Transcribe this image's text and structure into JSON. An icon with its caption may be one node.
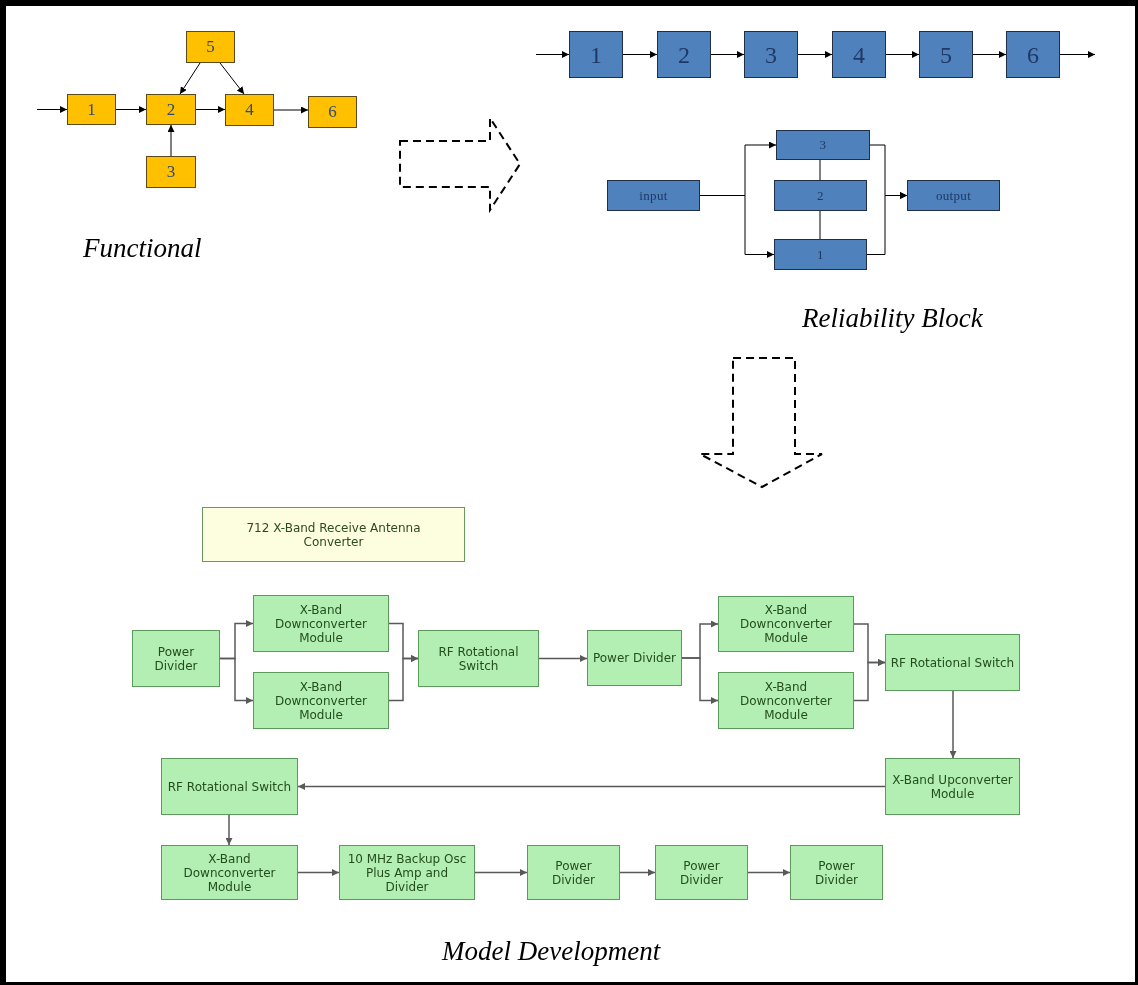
{
  "diagram": {
    "nodes": [
      {
        "text": [
          "1"
        ]
      },
      {
        "text": [
          "2"
        ]
      },
      {
        "text": [
          "3"
        ]
      },
      {
        "text": [
          "4"
        ]
      },
      {
        "text": [
          "5"
        ]
      },
      {
        "text": [
          "6"
        ]
      },
      {
        "text": [
          "1"
        ]
      },
      {
        "text": [
          "2"
        ]
      },
      {
        "text": [
          "3"
        ]
      },
      {
        "text": [
          "4"
        ]
      },
      {
        "text": [
          "5"
        ]
      },
      {
        "text": [
          "6"
        ]
      },
      {
        "text": [
          "input"
        ]
      },
      {
        "text": [
          "3"
        ]
      },
      {
        "text": [
          "2"
        ]
      },
      {
        "text": [
          "1"
        ]
      },
      {
        "text": [
          "output"
        ]
      },
      {
        "text": [
          "712 X-Band Receive Antenna Converter"
        ]
      },
      {
        "text": [
          "Power Divider"
        ]
      },
      {
        "text": [
          "X-Band Downconverter Module"
        ]
      },
      {
        "text": [
          "X-Band Downconverter Module"
        ]
      },
      {
        "text": [
          "RF Rotational Switch"
        ]
      },
      {
        "text": [
          "Power Divider"
        ]
      },
      {
        "text": [
          "X-Band Downconverter Module"
        ]
      },
      {
        "text": [
          "X-Band Downconverter Module"
        ]
      },
      {
        "text": [
          "RF Rotational Switch"
        ]
      },
      {
        "text": [
          "X-Band Upconverter Module"
        ]
      },
      {
        "text": [
          "RF Rotational Switch"
        ]
      },
      {
        "text": [
          "X-Band Downconverter Module"
        ]
      },
      {
        "text": [
          "10 MHz Backup Osc Plus Amp and Divider"
        ]
      },
      {
        "text": [
          "Power Divider"
        ]
      },
      {
        "text": [
          "Power Divider"
        ]
      },
      {
        "text": [
          "Power Divider"
        ]
      }
    ],
    "edges": [
      {
        "from": null,
        "to": 0,
        "arrow": "to"
      },
      {
        "from": 0,
        "to": 1,
        "arrow": "to"
      },
      {
        "from": 4,
        "to": 1,
        "arrow": "to"
      },
      {
        "from": 4,
        "to": 3,
        "arrow": "to"
      },
      {
        "from": 2,
        "to": 1,
        "arrow": "to"
      },
      {
        "from": 1,
        "to": 3,
        "arrow": "to"
      },
      {
        "from": 3,
        "to": 5,
        "arrow": "to"
      },
      {
        "from": null,
        "to": 6,
        "arrow": "to"
      },
      {
        "from": 6,
        "to": 7,
        "arrow": "to"
      },
      {
        "from": 7,
        "to": 8,
        "arrow": "to"
      },
      {
        "from": 8,
        "to": 9,
        "arrow": "to"
      },
      {
        "from": 9,
        "to": 10,
        "arrow": "to"
      },
      {
        "from": 10,
        "to": 11,
        "arrow": "to"
      },
      {
        "from": 11,
        "to": null,
        "arrow": "to"
      },
      {
        "from": 12,
        "to": 13,
        "arrow": "to"
      },
      {
        "from": 12,
        "to": 15,
        "arrow": "to"
      },
      {
        "from": 13,
        "to": 14,
        "arrow": "none"
      },
      {
        "from": 14,
        "to": 15,
        "arrow": "none"
      },
      {
        "from": 13,
        "to": 16,
        "arrow": "to"
      },
      {
        "from": 15,
        "to": 16,
        "arrow": "to"
      },
      {
        "from": 18,
        "to": 19,
        "arrow": "to",
        "color": "#595959"
      },
      {
        "from": 18,
        "to": 20,
        "arrow": "to",
        "color": "#595959"
      },
      {
        "from": 19,
        "to": 21,
        "arrow": "to",
        "color": "#595959"
      },
      {
        "from": 20,
        "to": 21,
        "arrow": "to",
        "color": "#595959"
      },
      {
        "from": 21,
        "to": 22,
        "arrow": "to",
        "color": "#595959"
      },
      {
        "from": 22,
        "to": 23,
        "arrow": "to",
        "color": "#595959"
      },
      {
        "from": 22,
        "to": 24,
        "arrow": "to",
        "color": "#595959"
      },
      {
        "from": 23,
        "to": 25,
        "arrow": "to",
        "color": "#595959"
      },
      {
        "from": 24,
        "to": 25,
        "arrow": "to",
        "color": "#595959"
      },
      {
        "from": 25,
        "to": 26,
        "arrow": "to",
        "color": "#595959"
      },
      {
        "from": 26,
        "to": 27,
        "arrow": "to",
        "color": "#595959"
      },
      {
        "from": 27,
        "to": 28,
        "arrow": "to",
        "color": "#595959"
      },
      {
        "from": 28,
        "to": 29,
        "arrow": "to",
        "color": "#595959"
      },
      {
        "from": 29,
        "to": 30,
        "arrow": "to",
        "color": "#595959"
      },
      {
        "from": 30,
        "to": 31,
        "arrow": "to",
        "color": "#595959"
      },
      {
        "from": 31,
        "to": 32,
        "arrow": "to",
        "color": "#595959"
      }
    ],
    "labels": [
      "Functional",
      "Reliability Block",
      "Model Development"
    ]
  }
}
